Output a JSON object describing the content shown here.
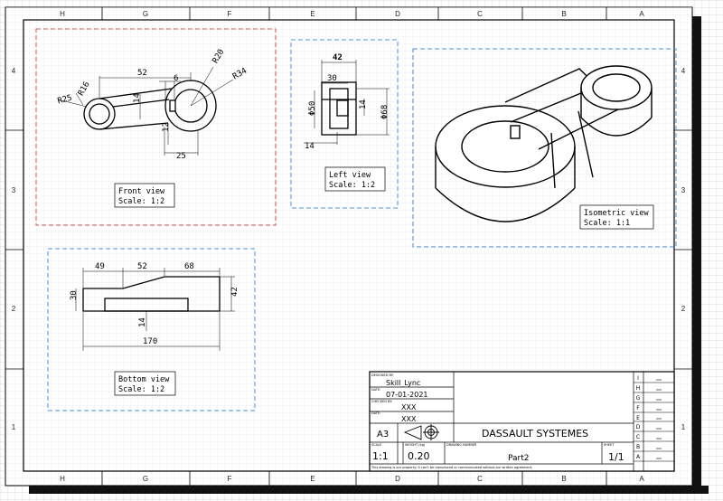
{
  "sheet": {
    "columns": [
      "H",
      "G",
      "F",
      "E",
      "D",
      "C",
      "B",
      "A"
    ],
    "rows": [
      "4",
      "3",
      "2",
      "1"
    ]
  },
  "views": {
    "front": {
      "caption_name": "Front view",
      "caption_scale": "Scale:  1:2",
      "dims": {
        "d52": "52",
        "d6": "6",
        "r20": "R20",
        "r34": "R34",
        "r16": "R16",
        "r25": "R25",
        "d14": "14",
        "d12": "12",
        "d25": "25"
      }
    },
    "left": {
      "caption_name": "Left view",
      "caption_scale": "Scale:  1:2",
      "dims": {
        "d42": "42",
        "d30": "30",
        "phi50": "Φ50",
        "phi68": "Φ68",
        "d14a": "14",
        "d14b": "14"
      }
    },
    "isometric": {
      "caption_name": "Isometric view",
      "caption_scale": "Scale:  1:1"
    },
    "bottom": {
      "caption_name": "Bottom view",
      "caption_scale": "Scale:  1:2",
      "dims": {
        "d49": "49",
        "d52": "52",
        "d68": "68",
        "d30": "30",
        "d42": "42",
        "d14": "14",
        "d170": "170"
      }
    }
  },
  "title_block": {
    "designed_by_label": "DESIGNED BY:",
    "designed_by": "Skill_Lync",
    "date_label": "DATE:",
    "date": "07-01-2021",
    "checked_by_label": "CHECKED BY:",
    "checked_by": "XXX",
    "checked_date_label": "DATE:",
    "checked_date": "XXX",
    "sheet_size": "A3",
    "company": "DASSAULT SYSTEMES",
    "scale_label": "SCALE",
    "scale": "1:1",
    "weight_label": "WEIGHT (kg)",
    "weight": "0.20",
    "drawing_number_label": "DRAWING NUMBER",
    "drawing_number": "Part2",
    "sheet_label": "SHEET",
    "sheet": "1/1",
    "footer_note": "This drawing is our property; it can't be reproduced or communicated without our written agreement.",
    "revision_letters": [
      "I",
      "H",
      "G",
      "F",
      "E",
      "D",
      "C",
      "B",
      "A"
    ]
  }
}
